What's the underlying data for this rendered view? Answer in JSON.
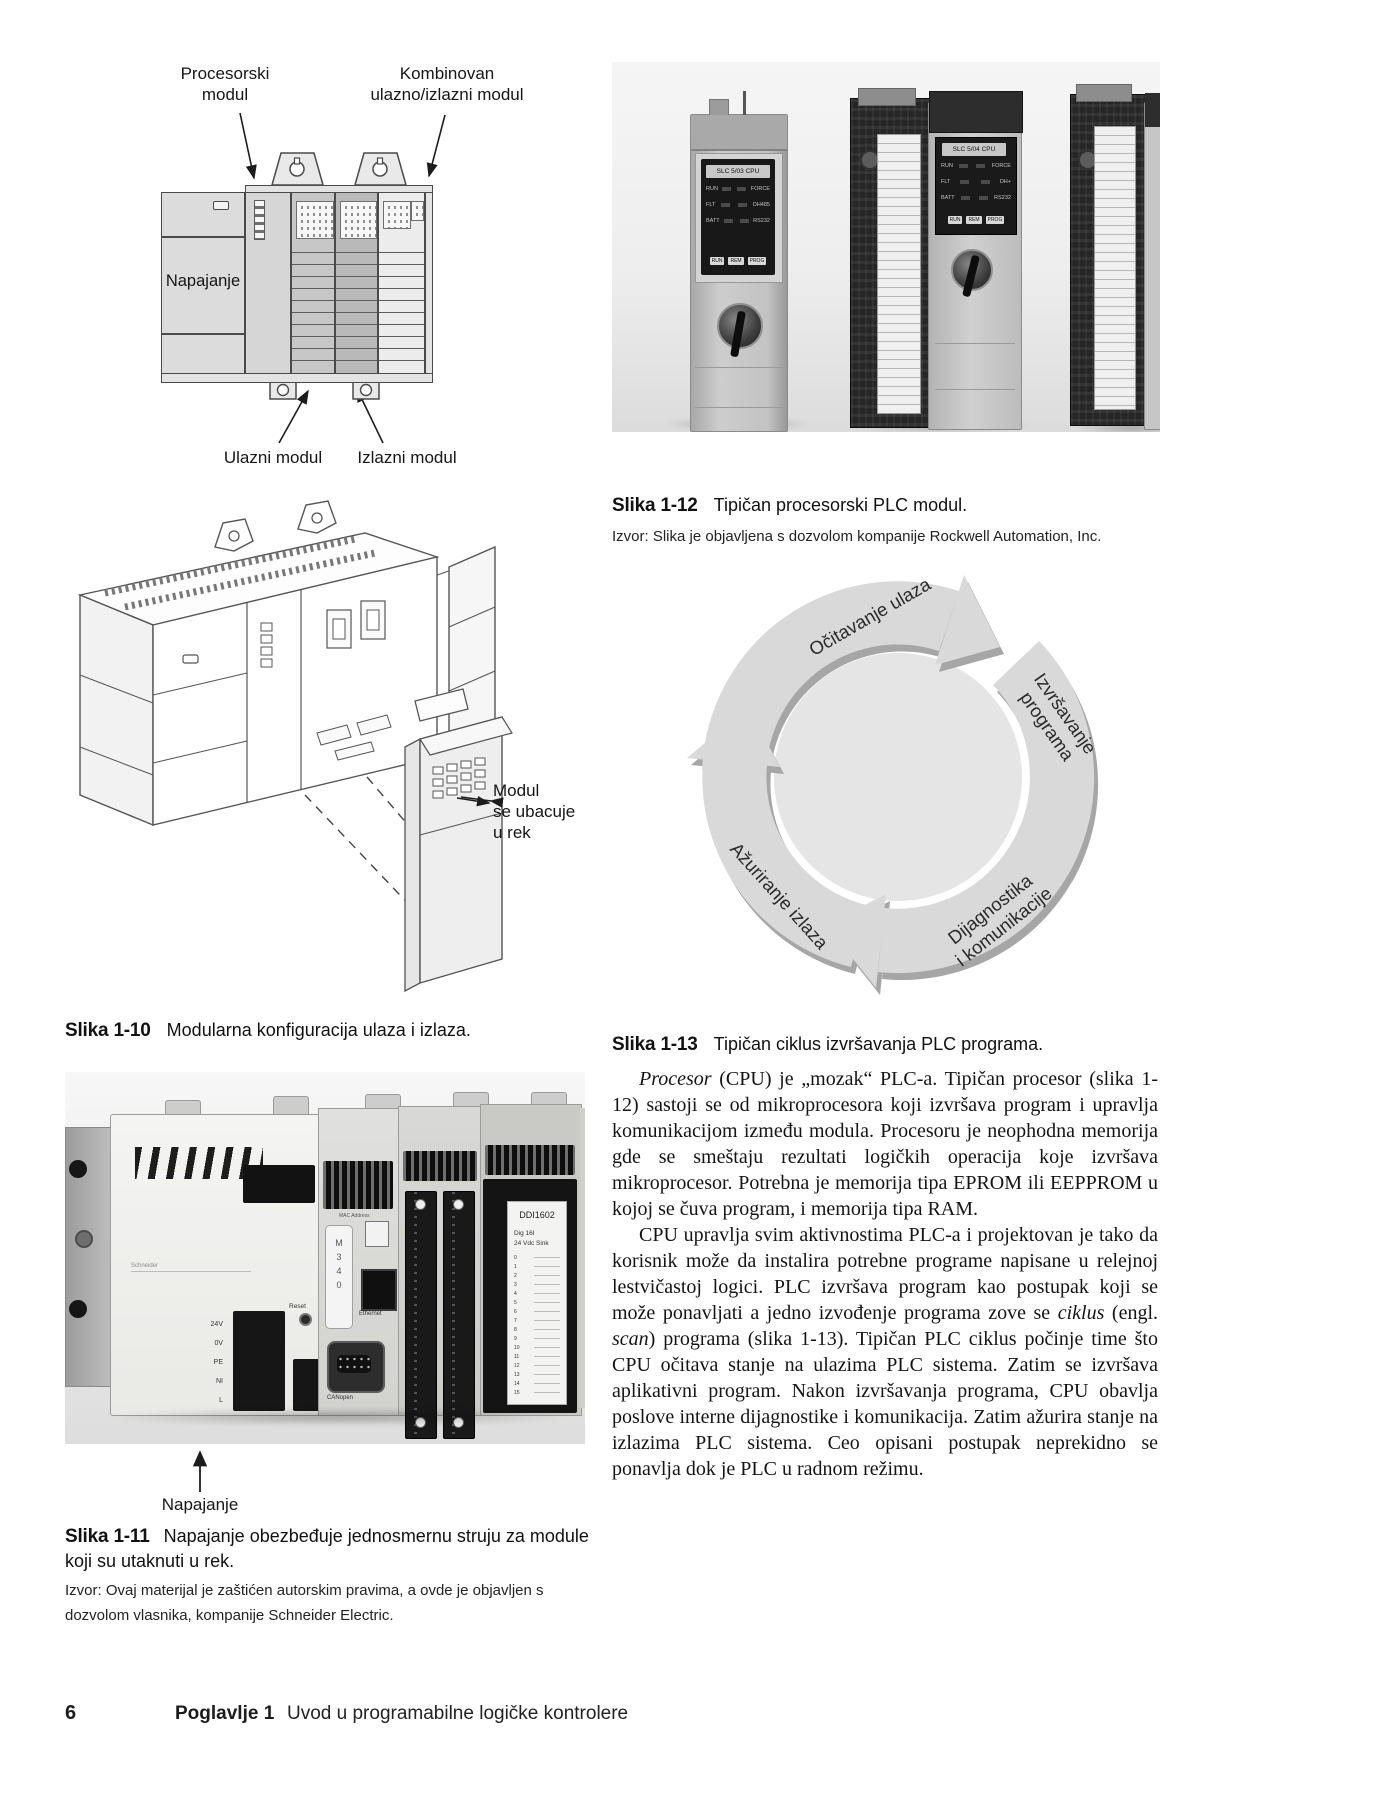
{
  "figure_1_10": {
    "top_labels": {
      "processor": "Procesorski\nmodul",
      "combined": "Kombinovan\nulazno/izlazni modul"
    },
    "rack_labels": {
      "power": "Napajanje"
    },
    "bottom_labels": {
      "input": "Ulazni modul",
      "output": "Izlazni modul"
    },
    "insert_label": "Modul\nse ubacuje\nu rek",
    "caption": {
      "label": "Slika 1-10",
      "text": "Modularna konfiguracija ulaza i izlaza."
    }
  },
  "figure_1_11": {
    "power_label": "Napajanje",
    "caption": {
      "label": "Slika 1-11",
      "text": "Napajanje obezbeđuje jednosmernu struju za module koji su utaknuti u rek."
    },
    "source": "Izvor: Ovaj materijal je zaštićen autorskim pravima, a ovde je objavljen s dozvolom vlasnika, kompanije Schneider Electric.",
    "photo": {
      "psu_terminals": [
        "24V",
        "0V",
        "PE",
        "NI",
        "L"
      ],
      "reset": "Reset",
      "brand": "Schneider",
      "cpu_cartridge": "M\n3\n4\n0",
      "cpu_mac": "MAC Address",
      "ethernet": "Ethernet",
      "canopen": "CANopen",
      "io_module": {
        "name": "DDI1602",
        "line1": "Dig 16I",
        "line2": "24 Vdc Sink",
        "channels": "0\n1\n2\n3\n4\n5\n6\n7\n8\n9\n10\n11\n12\n13\n14\n15"
      }
    }
  },
  "figure_1_12": {
    "caption": {
      "label": "Slika 1-12",
      "text": "Tipičan procesorski PLC modul."
    },
    "source": "Izvor: Slika je objavljena s dozvolom kompanije Rockwell Automation, Inc.",
    "photo": {
      "module1_name": "SLC 5/03 CPU",
      "module2_name": "SLC 5/04 CPU",
      "leds": [
        "RUN",
        "FORCE",
        "FLT",
        "DH485",
        "BATT",
        "RS232"
      ],
      "leds2": [
        "RUN",
        "FORCE",
        "FLT",
        "DH+",
        "BATT",
        "RS232"
      ],
      "switch": [
        "RUN",
        "REM",
        "PROG"
      ]
    }
  },
  "figure_1_13": {
    "caption": {
      "label": "Slika 1-13",
      "text": "Tipičan ciklus izvršavanja PLC programa."
    },
    "cycle": {
      "step1": "Očitavanje ulaza",
      "step2": "Izvršavanje programa",
      "step3": "Dijagnostika\ni komunikacije",
      "step4": "Ažuriranje izlaza"
    },
    "colors": {
      "band": "#d9d9d9",
      "band_shadow": "#a6a6a6",
      "center_circle": "#e5e5e5"
    }
  },
  "body": {
    "para1": [
      {
        "t": "Procesor",
        "i": true
      },
      {
        "t": " (CPU) je „mozak“ PLC-a. Tipičan procesor (slika 1-12) sastoji se od mikroprocesora koji izvršava program i upravlja komunikacijom između modula. Procesoru je neophodna memorija gde se smeštaju rezultati logičkih operacija koje izvršava mikroprocesor. Potrebna je memorija tipa EPROM ili EEPPROM u kojoj se čuva program, i memorija tipa RAM."
      }
    ],
    "para2": [
      {
        "t": "CPU upravlja svim aktivnostima PLC-a i projektovan je tako da korisnik može da instalira potrebne programe napisane u relejnoj lestvičastoj logici. PLC izvršava program kao postupak koji se može ponavljati a jedno izvođenje programa zove se "
      },
      {
        "t": "ciklus",
        "i": true
      },
      {
        "t": " (engl. "
      },
      {
        "t": "scan",
        "i": true
      },
      {
        "t": ") programa (slika 1-13). Tipičan PLC ciklus počinje time što CPU očitava stanje na ulazima PLC sistema. Zatim se izvršava aplikativni program. Nakon izvršavanja programa, CPU obavlja poslove interne dijagnostike i komunikacija. Zatim ažurira stanje na izlazima PLC sistema. Ceo opisani postupak neprekidno se ponavlja dok je PLC u radnom režimu."
      }
    ]
  },
  "footer": {
    "page_number": "6",
    "chapter": "Poglavlje 1",
    "title": "Uvod u programabilne logičke kontrolere"
  }
}
